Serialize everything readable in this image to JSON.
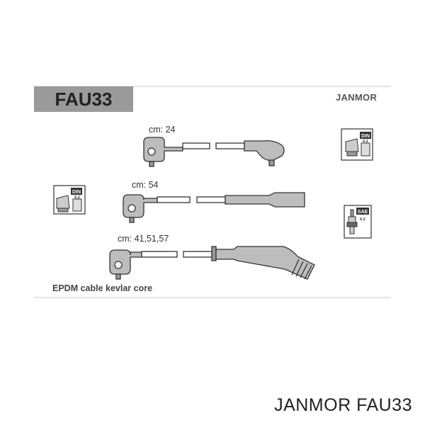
{
  "header": {
    "code": "FAU33",
    "brand": "JANMOR"
  },
  "cables": [
    {
      "length_label": "cm: 24"
    },
    {
      "length_label": "cm: 54"
    },
    {
      "length_label": "cm: 41,51,57"
    }
  ],
  "spec_note": "EPDM cable kevlar core",
  "icons": {
    "top_right": {
      "name": "distributor-din-icon",
      "text": "DIN",
      "subtext": "6,2"
    },
    "left": {
      "name": "distributor-din-icon",
      "text": "DIN",
      "subtext": "6,2"
    },
    "right": {
      "name": "spark-plug-sae-icon",
      "text": "SAE",
      "subtext": "6,2"
    }
  },
  "caption": "JANMOR FAU33"
}
